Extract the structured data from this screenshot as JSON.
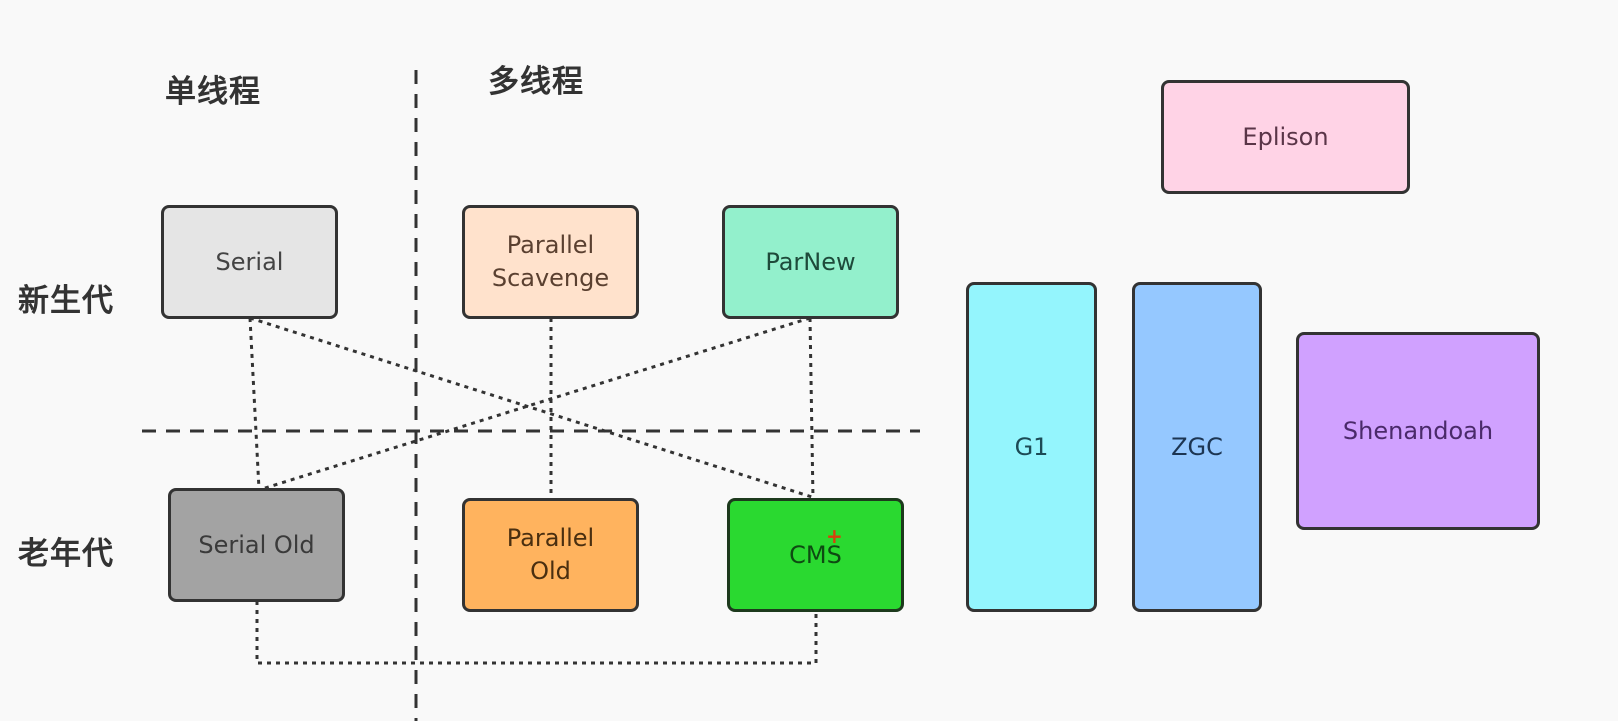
{
  "headers": {
    "single_thread": "单线程",
    "multi_thread": "多线程",
    "young_gen": "新生代",
    "old_gen": "老年代"
  },
  "collectors": {
    "serial": {
      "label": "Serial",
      "fill": "#e5e5e5",
      "text_color": "#444444",
      "generation": "young",
      "threading": "single"
    },
    "parallel_scavenge": {
      "label": "Parallel\nScavenge",
      "fill": "#ffe2cc",
      "text_color": "#5a4030",
      "generation": "young",
      "threading": "multi"
    },
    "parnew": {
      "label": "ParNew",
      "fill": "#93f0cc",
      "text_color": "#1e4a3a",
      "generation": "young",
      "threading": "multi"
    },
    "serial_old": {
      "label": "Serial Old",
      "fill": "#a3a3a3",
      "text_color": "#3a3a3a",
      "generation": "old",
      "threading": "single"
    },
    "parallel_old": {
      "label": "Parallel\nOld",
      "fill": "#ffb35e",
      "text_color": "#4a2f10",
      "generation": "old",
      "threading": "multi"
    },
    "cms": {
      "label": "CMS",
      "fill": "#2ad930",
      "text_color": "#0e4a12",
      "generation": "old",
      "threading": "multi"
    },
    "eplison": {
      "label": "Eplison",
      "fill": "#ffd3e6",
      "text_color": "#5a3548"
    },
    "g1": {
      "label": "G1",
      "fill": "#94f5fd",
      "text_color": "#1c4a55"
    },
    "zgc": {
      "label": "ZGC",
      "fill": "#95c8ff",
      "text_color": "#1c3552"
    },
    "shenandoah": {
      "label": "Shenandoah",
      "fill": "#d0a1ff",
      "text_color": "#4a2a6a"
    }
  },
  "connections": [
    {
      "from": "Serial",
      "to": "Serial Old"
    },
    {
      "from": "Serial",
      "to": "CMS"
    },
    {
      "from": "ParNew",
      "to": "Serial Old"
    },
    {
      "from": "ParNew",
      "to": "CMS"
    },
    {
      "from": "Parallel Scavenge",
      "to": "Parallel Old"
    },
    {
      "from": "Serial Old",
      "to": "CMS"
    }
  ],
  "cursor_marker": "+"
}
